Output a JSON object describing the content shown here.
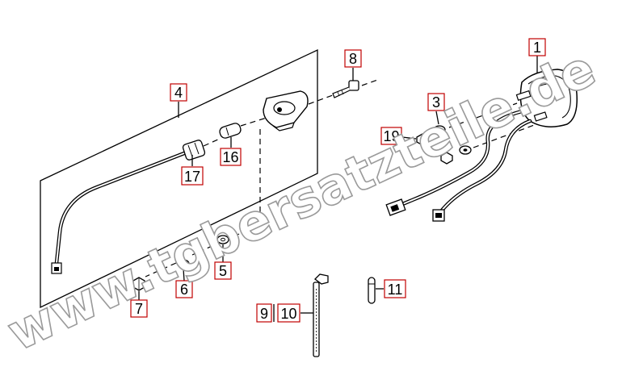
{
  "watermark": "www.tgbersatzteile.de",
  "labels": {
    "p1": "1",
    "p3": "3",
    "p4": "4",
    "p5": "5",
    "p6": "6",
    "p7": "7",
    "p8": "8",
    "p9": "9",
    "p10": "10",
    "p11": "11",
    "p16": "16",
    "p17": "17",
    "p19": "19"
  },
  "colors": {
    "label_border": "#c00000",
    "line": "#000000",
    "watermark_stroke": "#9a9a9a"
  }
}
